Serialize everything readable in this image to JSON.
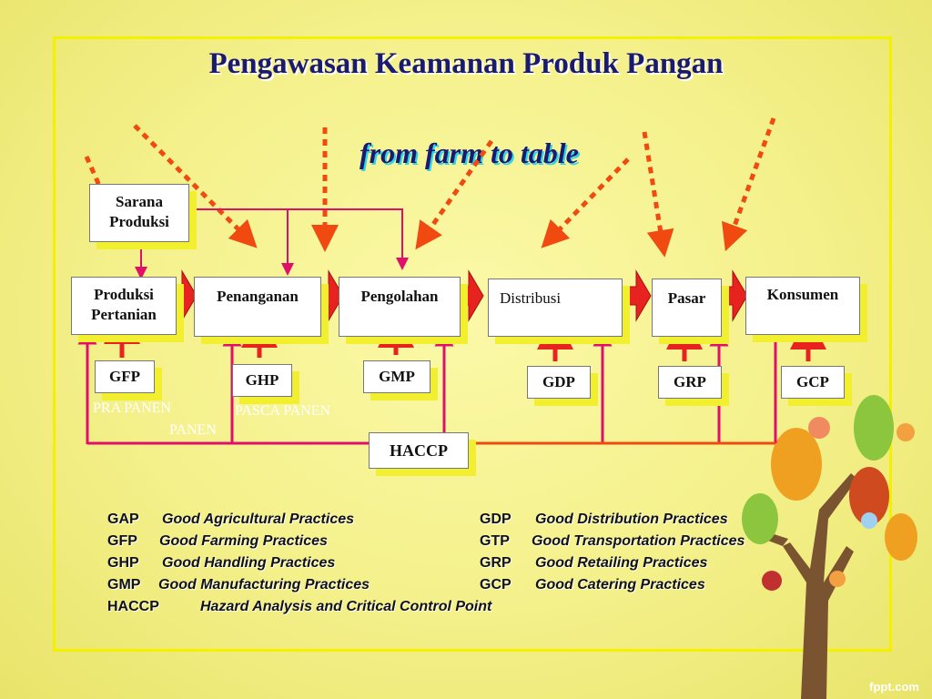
{
  "title": "Pengawasan Keamanan Produk Pangan",
  "subtitle": "from farm to table",
  "boxes": {
    "sarana": "Sarana Produksi",
    "produksi": "Produksi Pertanian",
    "penanganan": "Penanganan",
    "pengolahan": "Pengolahan",
    "distribusi": "Distribusi",
    "pasar": "Pasar",
    "konsumen": "Konsumen",
    "gfp": "GFP",
    "ghp": "GHP",
    "gmp": "GMP",
    "gdp": "GDP",
    "grp": "GRP",
    "gcp": "GCP",
    "haccp": "HACCP"
  },
  "notes": {
    "pra_panen": "PRA PANEN",
    "panen": "PANEN",
    "pasca_panen": "PASCA PANEN"
  },
  "legend": {
    "left": [
      {
        "abbr": "GAP",
        "text": "Good Agricultural Practices"
      },
      {
        "abbr": "GFP",
        "text": "Good Farming Practices"
      },
      {
        "abbr": "GHP",
        "text": "Good Handling Practices"
      },
      {
        "abbr": "GMP",
        "text": "Good Manufacturing Practices"
      },
      {
        "abbr": "HACCP",
        "text": "Hazard Analysis and Critical Control Point"
      }
    ],
    "right": [
      {
        "abbr": "GDP",
        "text": "Good Distribution Practices"
      },
      {
        "abbr": "GTP",
        "text": "Good Transportation Practices"
      },
      {
        "abbr": "GRP",
        "text": "Good Retailing Practices"
      },
      {
        "abbr": "GCP",
        "text": "Good Catering Practices"
      }
    ]
  },
  "watermark": "fppt.com",
  "colors": {
    "arrow_red": "#e8231f",
    "dotted_orange": "#f04a10",
    "pink_line": "#e0106a",
    "frame": "#f5f000"
  }
}
